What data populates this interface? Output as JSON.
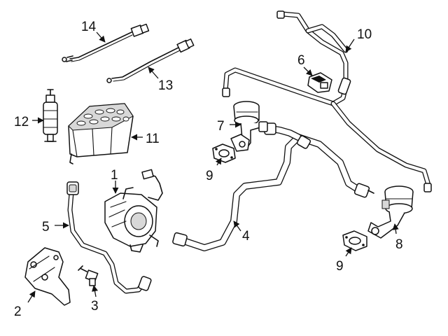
{
  "callouts": {
    "c1": "1",
    "c2": "2",
    "c3": "3",
    "c4": "4",
    "c5": "5",
    "c6": "6",
    "c7": "7",
    "c8": "8",
    "c9a": "9",
    "c9b": "9",
    "c10": "10",
    "c11": "11",
    "c12": "12",
    "c13": "13",
    "c14": "14"
  }
}
